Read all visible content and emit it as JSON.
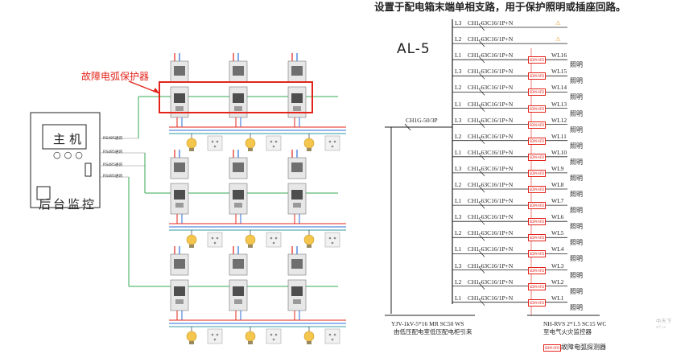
{
  "header": {
    "note": "设置于配电箱末端单相支路，用于保护照明或插座回路。"
  },
  "left_schematic": {
    "fault_label": "故障电弧保护器",
    "host_title": "主机",
    "host_dots": "○○○",
    "monitor_label": "后台监控",
    "rs485_labels": [
      "RS485通讯",
      "RS485通讯",
      "RS485通讯",
      "RS485通讯"
    ],
    "colors": {
      "highlight": "#e3241b",
      "green_bus": "#35a853",
      "red_wire": "#e3241b",
      "blue_wire": "#2a6dd9",
      "teal_wire": "#2f9aa3"
    }
  },
  "panel": {
    "id": "AL-5",
    "main_breaker": "CH1G-50/3P",
    "incoming_cable": "YJV-1kV-5*16 MR SC50 WS",
    "incoming_desc": "由低压配电室低压配电柜引来",
    "monitor_cable": "NH-RVS 2*1.5 SC15 WC",
    "monitor_desc": "至电气火灾监控器",
    "detector_tag": "SDM-AFD",
    "legend_text": "故障电弧探测器",
    "circuits": [
      {
        "phase": "L3",
        "model": "CH1-63C16/1P+N",
        "circuit": "",
        "load": "",
        "has_detector": false
      },
      {
        "phase": "L2",
        "model": "CH1-63C16/1P+N",
        "circuit": "",
        "load": "",
        "has_detector": false
      },
      {
        "phase": "L1",
        "model": "CH1-63C16/1P+N",
        "circuit": "WL16",
        "load": "照明",
        "has_detector": true
      },
      {
        "phase": "L3",
        "model": "CH1-63C16/1P+N",
        "circuit": "WL15",
        "load": "照明",
        "has_detector": true
      },
      {
        "phase": "L2",
        "model": "CH1-63C16/1P+N",
        "circuit": "WL14",
        "load": "照明",
        "has_detector": true
      },
      {
        "phase": "L1",
        "model": "CH1-63C16/1P+N",
        "circuit": "WL13",
        "load": "照明",
        "has_detector": true
      },
      {
        "phase": "L3",
        "model": "CH1-63C16/1P+N",
        "circuit": "WL12",
        "load": "照明",
        "has_detector": true
      },
      {
        "phase": "L2",
        "model": "CH1-63C16/1P+N",
        "circuit": "WL11",
        "load": "照明",
        "has_detector": true
      },
      {
        "phase": "L1",
        "model": "CH1-63C16/1P+N",
        "circuit": "WL10",
        "load": "照明",
        "has_detector": true
      },
      {
        "phase": "L3",
        "model": "CH1-63C16/1P+N",
        "circuit": "WL9",
        "load": "照明",
        "has_detector": true
      },
      {
        "phase": "L2",
        "model": "CH1-63C16/1P+N",
        "circuit": "WL8",
        "load": "照明",
        "has_detector": true
      },
      {
        "phase": "L1",
        "model": "CH1-63C16/1P+N",
        "circuit": "WL7",
        "load": "照明",
        "has_detector": true
      },
      {
        "phase": "L3",
        "model": "CH1-63C16/1P+N",
        "circuit": "WL6",
        "load": "照明",
        "has_detector": true
      },
      {
        "phase": "L2",
        "model": "CH1-63C16/1P+N",
        "circuit": "WL5",
        "load": "照明",
        "has_detector": true
      },
      {
        "phase": "L1",
        "model": "CH1-63C16/1P+N",
        "circuit": "WL4",
        "load": "照明",
        "has_detector": true
      },
      {
        "phase": "L3",
        "model": "CH1-63C16/1P+N",
        "circuit": "WL3",
        "load": "照明",
        "has_detector": true
      },
      {
        "phase": "L2",
        "model": "CH1-63C16/1P+N",
        "circuit": "WL2",
        "load": "照明",
        "has_detector": true
      },
      {
        "phase": "L1",
        "model": "CH1-63C16/1P+N",
        "circuit": "WL1",
        "load": "照明",
        "has_detector": true
      }
    ]
  },
  "watermark": {
    "name": "中天下",
    "url": "zt7.cn"
  }
}
